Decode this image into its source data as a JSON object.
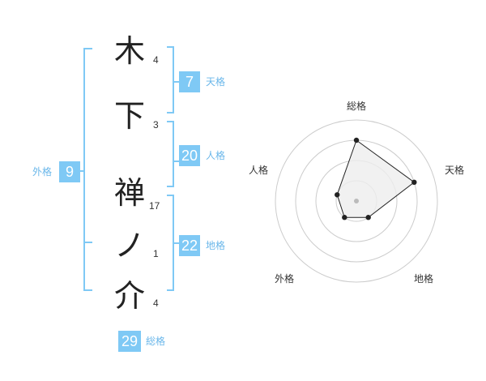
{
  "name_chars": [
    {
      "char": "木",
      "strokes": "4"
    },
    {
      "char": "下",
      "strokes": "3"
    },
    {
      "char": "禅",
      "strokes": "17"
    },
    {
      "char": "ノ",
      "strokes": "1"
    },
    {
      "char": "介",
      "strokes": "4"
    }
  ],
  "kaku": {
    "tenkaku": {
      "value": "7",
      "label": "天格"
    },
    "jinkaku": {
      "value": "20",
      "label": "人格"
    },
    "chikaku": {
      "value": "22",
      "label": "地格"
    },
    "gaikaku": {
      "value": "9",
      "label": "外格"
    },
    "soukaku": {
      "value": "29",
      "label": "総格"
    }
  },
  "colors": {
    "accent": "#7fc9f5",
    "label": "#6ab7ea",
    "ring": "#cccccc",
    "polygon_fill": "#eeeeee"
  },
  "chart_data": {
    "type": "radar",
    "axes": [
      "総格",
      "天格",
      "地格",
      "外格",
      "人格"
    ],
    "rings": 4,
    "max": 4,
    "values": [
      3,
      3,
      1,
      1,
      1
    ]
  }
}
